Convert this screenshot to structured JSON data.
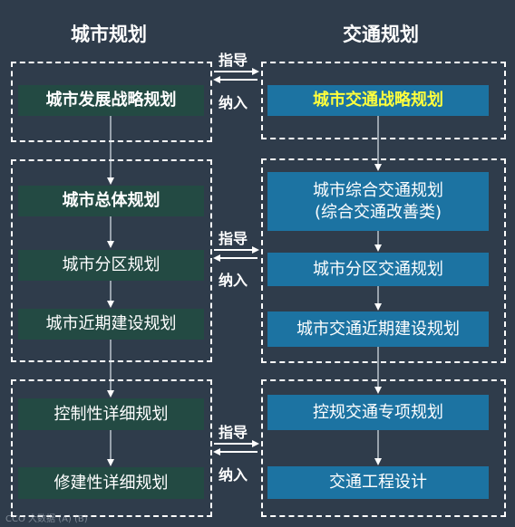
{
  "headings": {
    "left": "城市规划",
    "right": "交通规划"
  },
  "left_nodes": {
    "strategy": "城市发展战略规划",
    "master": "城市总体规划",
    "district": "城市分区规划",
    "nearterm": "城市近期建设规划",
    "regulatory": "控制性详细规划",
    "constructive": "修建性详细规划"
  },
  "right_nodes": {
    "strategy": "城市交通战略规划",
    "comprehensive_line1": "城市综合交通规划",
    "comprehensive_line2": "(综合交通改善类)",
    "district": "城市分区交通规划",
    "nearterm": "城市交通近期建设规划",
    "special": "控规交通专项规划",
    "engineering": "交通工程设计"
  },
  "relations": {
    "guide": "指导",
    "incorporate": "纳入"
  },
  "watermark": "CCO 大数据 (A) (B)",
  "colors": {
    "background": "#2f3c4b",
    "left_node": "#234a43",
    "right_node": "#1c73a2",
    "highlight_text": "#ffff3c"
  }
}
